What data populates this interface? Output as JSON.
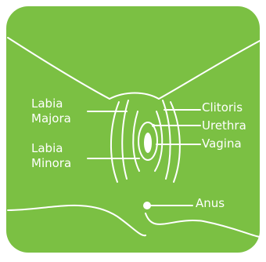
{
  "diagram": {
    "background_color": "#7bc043",
    "line_color": "#ffffff",
    "labels": {
      "labia_majora_line1": "Labia",
      "labia_majora_line2": "Majora",
      "labia_minora_line1": "Labia",
      "labia_minora_line2": "Minora",
      "clitoris": "Clitoris",
      "urethra": "Urethra",
      "vagina": "Vagina",
      "anus": "Anus"
    }
  }
}
